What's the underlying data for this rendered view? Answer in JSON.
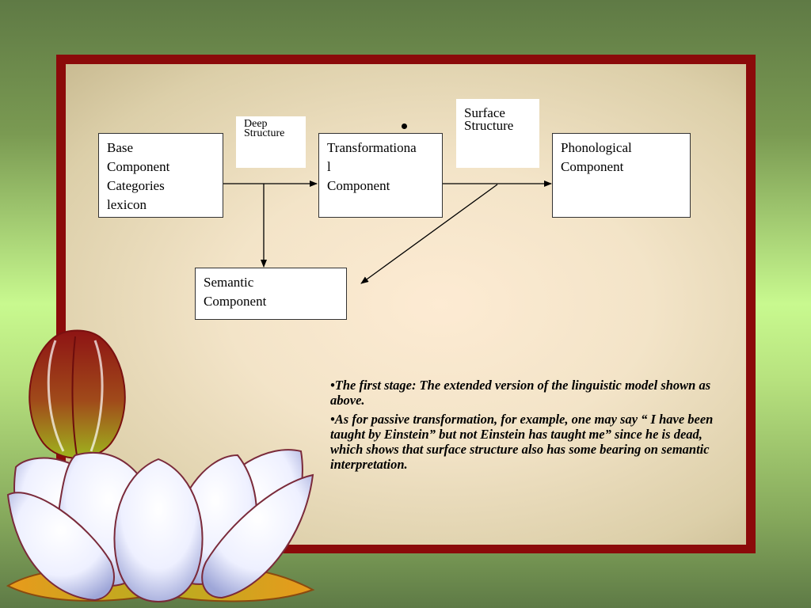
{
  "diagram": {
    "base_component": [
      "Base",
      "Component",
      "Categories",
      "lexicon"
    ],
    "transformational_component": [
      "Transformationa",
      "l",
      "Component"
    ],
    "phonological_component": [
      "Phonological",
      "Component"
    ],
    "semantic_component": [
      "Semantic",
      "Component"
    ],
    "deep_structure_label": [
      "Deep",
      "Structure"
    ],
    "surface_structure_label": [
      "Surface",
      "Structure"
    ]
  },
  "notes": [
    "•The first stage: The extended version of the linguistic model shown as above.",
    "•As for passive transformation, for example, one may say “ I have been taught by Einstein” but not Einstein has taught me” since he is dead, which shows that surface structure also has some bearing on semantic interpretation."
  ],
  "colors": {
    "frame": "#8b0a0a",
    "background_green": "#c8f98f",
    "panel": "#f3e4c8"
  },
  "decoration": {
    "icon": "lotus-flower-icon"
  }
}
